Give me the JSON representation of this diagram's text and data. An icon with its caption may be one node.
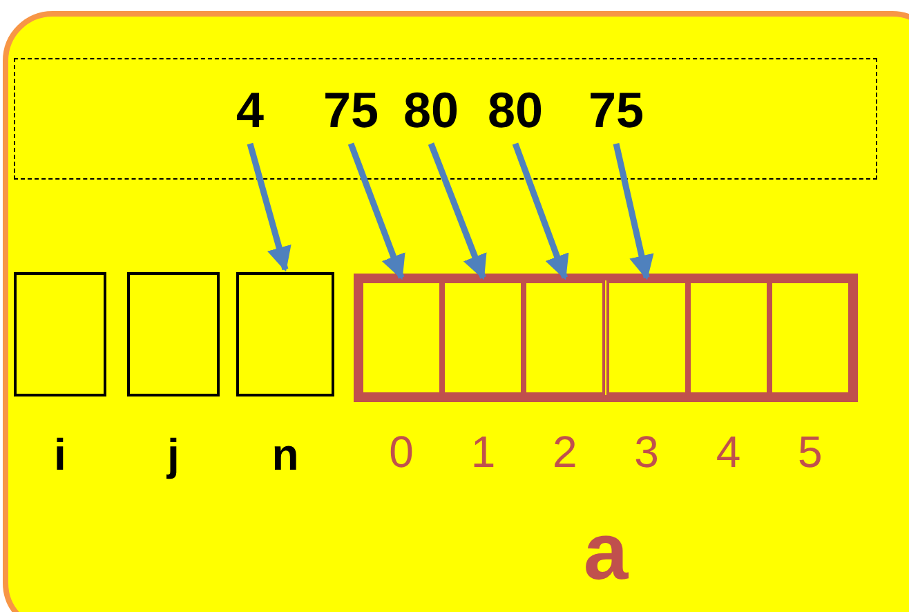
{
  "diagram": {
    "nodes": [
      {
        "text": [],
        "shape": "box"
      },
      {
        "text": [
          "4"
        ],
        "in": 0
      },
      {
        "text": [
          "75"
        ],
        "in": 0
      },
      {
        "text": [
          "80"
        ],
        "in": 0
      },
      {
        "text": [
          "80"
        ],
        "in": 0
      },
      {
        "text": [
          "75"
        ],
        "in": 0
      },
      {
        "text": [],
        "shape": "box",
        "beside": [
          "i"
        ]
      },
      {
        "text": [],
        "shape": "box",
        "beside": [
          "j"
        ]
      },
      {
        "text": [],
        "shape": "box",
        "beside": [
          "n"
        ]
      },
      {
        "text": [],
        "shape": "box",
        "beside": [
          "a"
        ]
      },
      {
        "text": [],
        "shape": "box",
        "in": 9,
        "beside": [
          "0"
        ]
      },
      {
        "text": [],
        "shape": "box",
        "in": 9,
        "beside": [
          "1"
        ]
      },
      {
        "text": [],
        "shape": "box",
        "in": 9,
        "beside": [
          "2"
        ]
      },
      {
        "text": [],
        "shape": "box",
        "in": 9,
        "beside": [
          "3"
        ]
      },
      {
        "text": [],
        "shape": "box",
        "in": 9,
        "beside": [
          "4"
        ]
      },
      {
        "text": [],
        "shape": "box",
        "in": 9,
        "beside": [
          "5"
        ]
      }
    ],
    "edges": [
      {
        "from": 1,
        "to": 8,
        "arrow": "to"
      },
      {
        "from": 2,
        "to": 10,
        "arrow": "to"
      },
      {
        "from": 3,
        "to": 11,
        "arrow": "to"
      },
      {
        "from": 4,
        "to": 12,
        "arrow": "to"
      },
      {
        "from": 5,
        "to": 13,
        "arrow": "to"
      }
    ]
  }
}
